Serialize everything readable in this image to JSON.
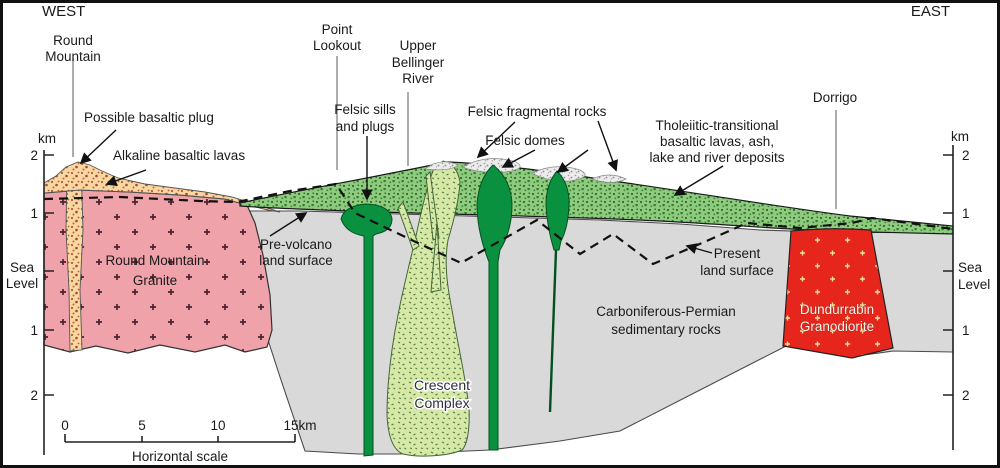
{
  "header": {
    "west": "WEST",
    "east": "EAST"
  },
  "axis": {
    "unit": "km",
    "upper_ticks": [
      "2",
      "1"
    ],
    "sea_level": [
      "Sea",
      "Level"
    ],
    "lower_ticks": [
      "1",
      "2"
    ]
  },
  "scale_bar": {
    "tick_labels": [
      "0",
      "5",
      "10",
      "15km"
    ],
    "label": "Horizontal scale"
  },
  "labels": {
    "round_mountain": [
      "Round",
      "Mountain"
    ],
    "possible_basaltic_plug": [
      "Possible basaltic plug"
    ],
    "alkaline_basaltic_lavas": [
      "Alkaline basaltic lavas"
    ],
    "point_lookout": [
      "Point",
      "Lookout"
    ],
    "upper_bellinger_river": [
      "Upper",
      "Bellinger",
      "River"
    ],
    "felsic_sills_and_plugs": [
      "Felsic sills",
      "and plugs"
    ],
    "felsic_fragmental_rocks": [
      "Felsic fragmental rocks"
    ],
    "felsic_domes": [
      "Felsic domes"
    ],
    "tholeiitic": [
      "Tholeiitic-transitional",
      "basaltic lavas, ash,",
      "lake and river deposits"
    ],
    "dorrigo": [
      "Dorrigo"
    ],
    "pre_volcano": [
      "Pre-volcano",
      "land surface"
    ],
    "present_land_surface": [
      "Present",
      "land surface"
    ]
  },
  "units": {
    "round_mountain_granite": [
      "Round Mountain",
      "Granite"
    ],
    "carboniferous": [
      "Carboniferous-Permian",
      "sedimentary rocks"
    ],
    "crescent_complex": [
      "Crescent",
      "Complex"
    ],
    "dundurrabin": [
      "Dundurrabin",
      "Granodiorite"
    ]
  },
  "colors": {
    "granite_pink": "#f0a2aa",
    "granodiorite_red": "#e6261c",
    "basaltic_orange": "#f8d7a5",
    "lava_green": "#90ca7e",
    "crescent_green": "#d6e7a6",
    "sedimentary_gray": "#d9d9d9",
    "intrusion_green": "#0a9140",
    "fragmental_gray": "#ececec"
  }
}
